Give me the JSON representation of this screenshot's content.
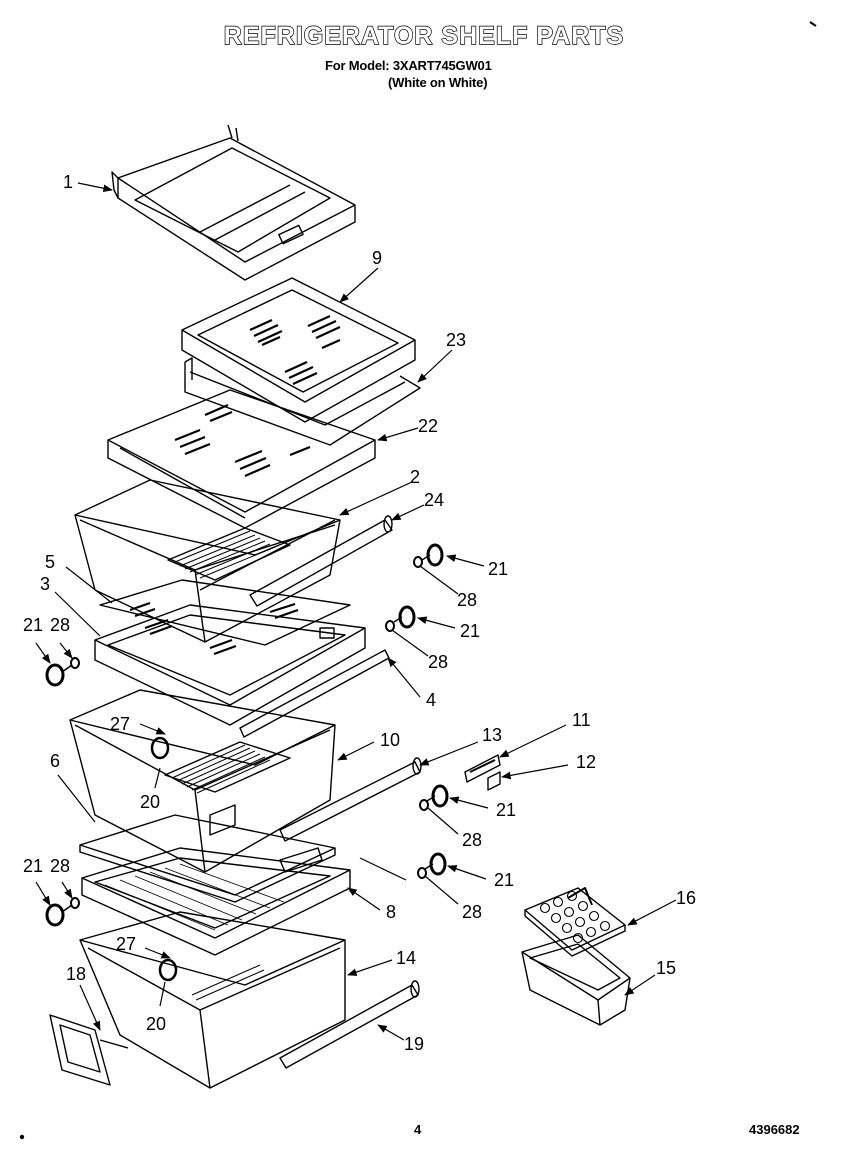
{
  "header": {
    "title": "REFRIGERATOR SHELF PARTS",
    "model_line": "For Model: 3XART745GW01",
    "finish_line": "(White on White)"
  },
  "footer": {
    "page_number": "4",
    "doc_code": "4396682"
  },
  "callouts": [
    {
      "id": "c1",
      "label": "1"
    },
    {
      "id": "c9",
      "label": "9"
    },
    {
      "id": "c23",
      "label": "23"
    },
    {
      "id": "c22",
      "label": "22"
    },
    {
      "id": "c2",
      "label": "2"
    },
    {
      "id": "c24",
      "label": "24"
    },
    {
      "id": "c21a",
      "label": "21"
    },
    {
      "id": "c28a",
      "label": "28"
    },
    {
      "id": "c5",
      "label": "5"
    },
    {
      "id": "c3",
      "label": "3"
    },
    {
      "id": "c21b",
      "label": "21"
    },
    {
      "id": "c28b",
      "label": "28"
    },
    {
      "id": "c21c",
      "label": "21"
    },
    {
      "id": "c28c",
      "label": "28"
    },
    {
      "id": "c4",
      "label": "4"
    },
    {
      "id": "c27a",
      "label": "27"
    },
    {
      "id": "c10",
      "label": "10"
    },
    {
      "id": "c13",
      "label": "13"
    },
    {
      "id": "c11",
      "label": "11"
    },
    {
      "id": "c12",
      "label": "12"
    },
    {
      "id": "c6",
      "label": "6"
    },
    {
      "id": "c20a",
      "label": "20"
    },
    {
      "id": "c21d",
      "label": "21"
    },
    {
      "id": "c28d",
      "label": "28"
    },
    {
      "id": "c21e",
      "label": "21"
    },
    {
      "id": "c28e",
      "label": "28"
    },
    {
      "id": "c21f",
      "label": "21"
    },
    {
      "id": "c28f",
      "label": "28"
    },
    {
      "id": "c8",
      "label": "8"
    },
    {
      "id": "c16",
      "label": "16"
    },
    {
      "id": "c27b",
      "label": "27"
    },
    {
      "id": "c14",
      "label": "14"
    },
    {
      "id": "c18",
      "label": "18"
    },
    {
      "id": "c15",
      "label": "15"
    },
    {
      "id": "c20b",
      "label": "20"
    },
    {
      "id": "c19",
      "label": "19"
    }
  ]
}
